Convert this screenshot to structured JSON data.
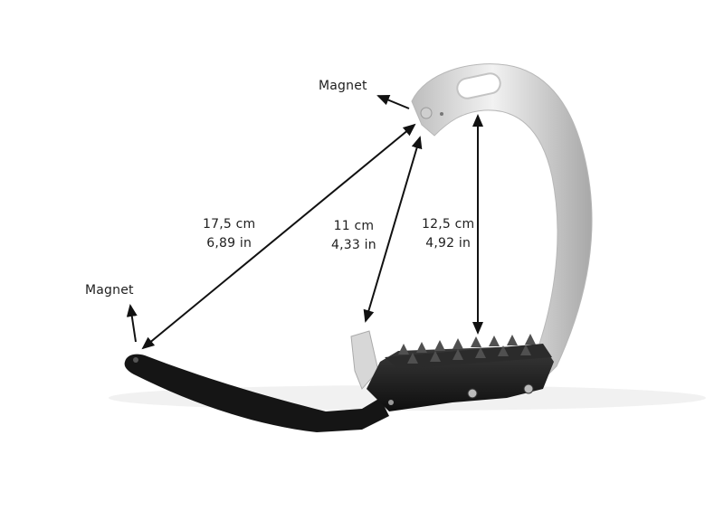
{
  "image": {
    "subject": "safety stirrup with magnetic release",
    "background": "#ffffff",
    "colors": {
      "frame": "#d9d9d9",
      "frame_shadow": "#a9a9a9",
      "tread": "#1b1b1b",
      "arm": "#141414",
      "arrow": "#111111",
      "text": "#1e1e1e"
    }
  },
  "annotations": {
    "magnet_top": {
      "label": "Magnet"
    },
    "magnet_left": {
      "label": "Magnet"
    },
    "diagonal": {
      "cm": "17,5 cm",
      "in": "6,89 in"
    },
    "inner": {
      "cm": "11 cm",
      "in": "4,33 in"
    },
    "height": {
      "cm": "12,5 cm",
      "in": "4,92 in"
    }
  }
}
